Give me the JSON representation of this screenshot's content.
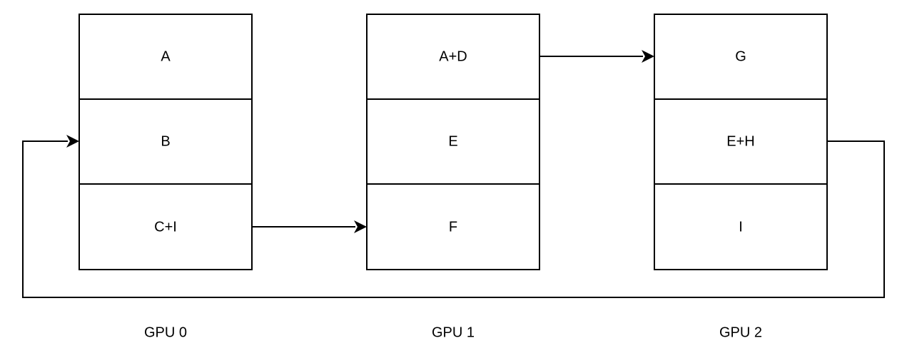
{
  "gpus": [
    {
      "label": "GPU 0",
      "cells": [
        "A",
        "B",
        "C+I"
      ]
    },
    {
      "label": "GPU 1",
      "cells": [
        "A+D",
        "E",
        "F"
      ]
    },
    {
      "label": "GPU 2",
      "cells": [
        "G",
        "E+H",
        "I"
      ]
    }
  ],
  "connections": [
    {
      "from": "gpus.0.cells.2",
      "to": "gpus.1.cells.2"
    },
    {
      "from": "gpus.1.cells.0",
      "to": "gpus.2.cells.0"
    },
    {
      "from": "gpus.2.cells.1",
      "to": "gpus.0.cells.1",
      "route": "loop-below"
    }
  ],
  "colors": {
    "stroke": "#000000",
    "fill": "#ffffff",
    "text": "#000000"
  }
}
